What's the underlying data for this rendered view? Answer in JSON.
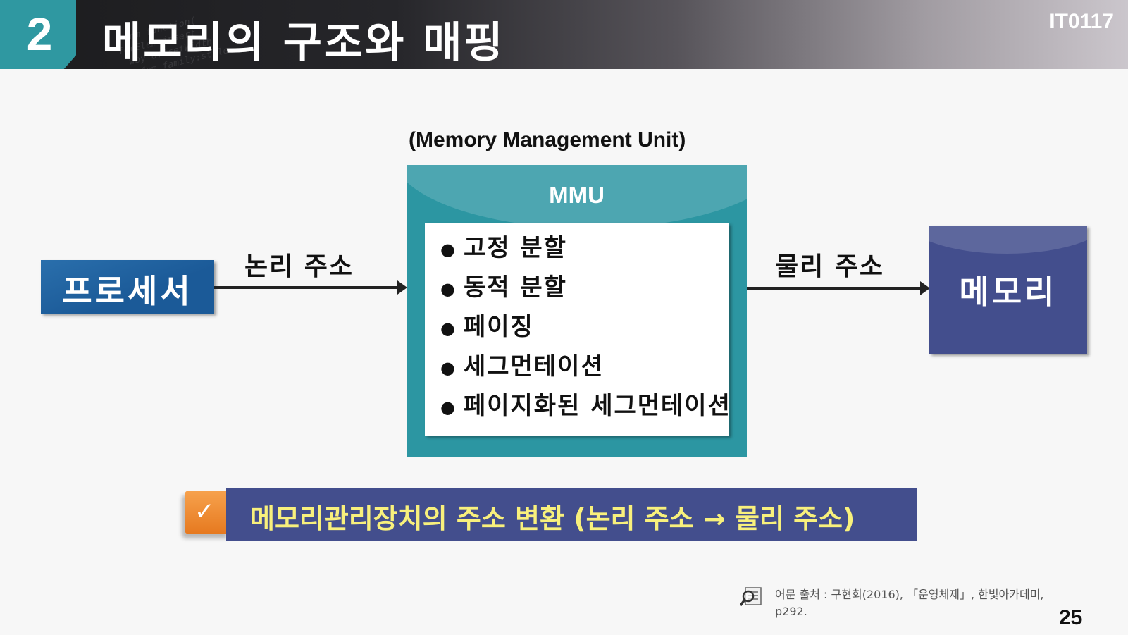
{
  "header": {
    "section_number": "2",
    "title": "메모리의 구조와 매핑",
    "course_code": "IT0117"
  },
  "diagram": {
    "processor_label": "프로세서",
    "logical_address_label": "논리 주소",
    "mmu_full_name": "(Memory Management Unit)",
    "mmu_title": "MMU",
    "mmu_items": [
      "고정 분할",
      "동적 분할",
      "페이징",
      "세그먼테이션",
      "페이지화된 세그먼테이션"
    ],
    "physical_address_label": "물리 주소",
    "memory_label": "메모리"
  },
  "banner": {
    "text": "메모리관리장치의 주소 변환 (논리 주소 → 물리 주소)",
    "icon": "check-icon"
  },
  "footer": {
    "reference_line1": "어문 출처 : 구현회(2016), 「운영체제」, 한빛아카데미,",
    "reference_line2": "p292.",
    "page_number": "25"
  },
  "colors": {
    "teal": "#2f98a1",
    "navy": "#434e8d",
    "blue": "#1b5a98",
    "banner_text": "#f8f07c",
    "orange": "#f7a24d"
  }
}
